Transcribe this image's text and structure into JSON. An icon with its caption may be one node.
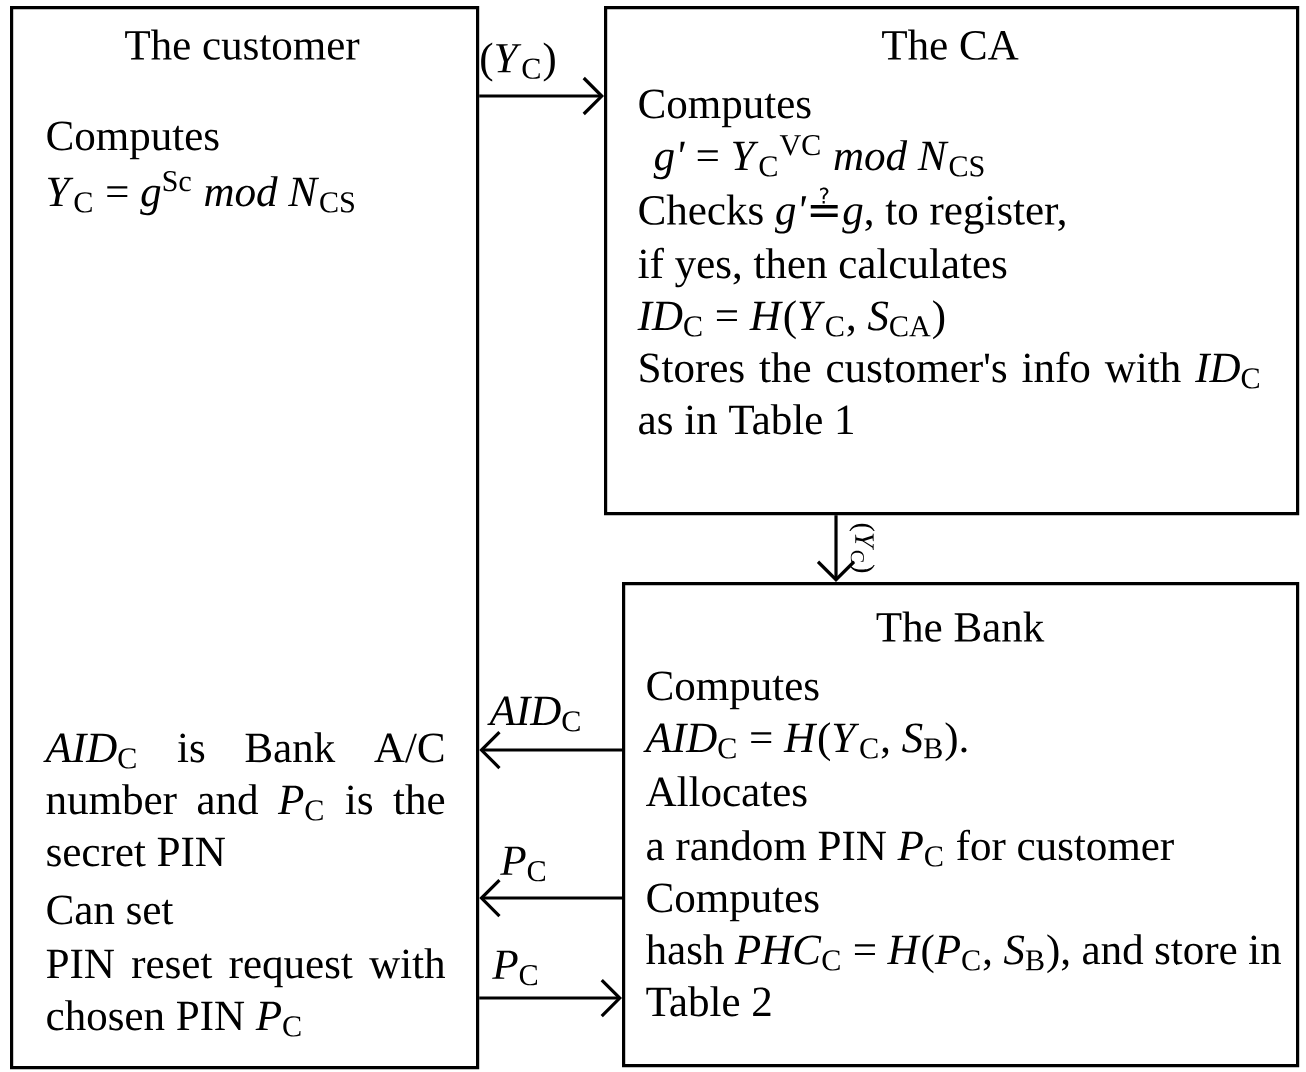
{
  "diagram": {
    "nodes": [
      {
        "text": [
          "The customer",
          "Computes",
          "*Y*$_{C}$ = *g*$^{Sc}$ *mod N*$_{CS}$",
          "*AID*$_{C}$ is Bank A/C number and *P*$_{C}$ is the secret PIN",
          "Can set",
          "PIN reset request with chosen PIN *P*$_{C}$"
        ]
      },
      {
        "text": [
          "The CA",
          "Computes",
          "*g'* = *Y*$_{C}$$^{VC}$ *mod N*$_{CS}$",
          "Checks *g'*≟*g*, to register,",
          "if yes, then calculates",
          "*ID*$_{C}$ = *H*(*Y*$_{C}$, *S*$_{CA}$)",
          "Stores the customer's info with *ID*$_{C}$ as in Table 1"
        ]
      },
      {
        "text": [
          "The Bank",
          "Computes",
          "*AID*$_{C}$ = *H*(*Y*$_{C}$, *S*$_{B}$).",
          "Allocates",
          "a random PIN *P*$_{C}$ for customer",
          "Computes",
          "hash *PHC*$_{C}$ = *H*(*P*$_{C}$, *S*$_{B}$), and store in Table 2"
        ]
      }
    ],
    "edges": [
      {
        "from": 0,
        "to": 1,
        "arrow": "to",
        "label": "(*Y*$_{C}$)"
      },
      {
        "from": 1,
        "to": 2,
        "arrow": "to",
        "label": "(*Y*$_{C}$)"
      },
      {
        "from": 2,
        "to": 0,
        "arrow": "to",
        "label": "*AID*$_{C}$"
      },
      {
        "from": 2,
        "to": 0,
        "arrow": "to",
        "label": "*P*$_{C}$"
      },
      {
        "from": 0,
        "to": 2,
        "arrow": "to",
        "label": "*P*$_{C}$"
      }
    ]
  }
}
